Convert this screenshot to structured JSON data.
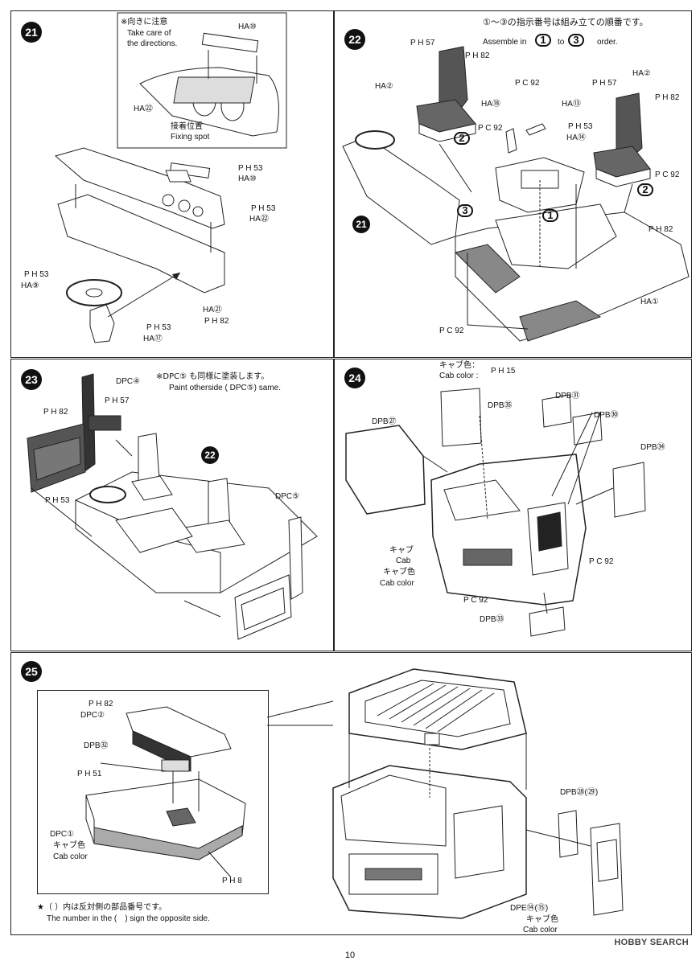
{
  "page_number": "10",
  "watermark": "HOBBY SEARCH",
  "steps": {
    "s21": {
      "number": "21",
      "labels": {
        "note_jp": "※向きに注意",
        "note_en1": "Take care of",
        "note_en2": "the directions.",
        "ha10_a": "HA⑩",
        "ha22_a": "HA㉒",
        "fix_jp": "接着位置",
        "fix_en": "Fixing spot",
        "ph53_a": "P H 53",
        "ha10_b": "HA⑩",
        "ph53_b": "P H 53",
        "ha22_b": "HA㉒",
        "ph53_c": "P H 53",
        "ha9": "HA⑨",
        "ph53_d": "P H 53",
        "ha17": "HA⑰",
        "ha21": "HA㉑",
        "ph82": "P H 82"
      }
    },
    "s22": {
      "number": "22",
      "labels": {
        "order_jp": "①～③の指示番号は組み立ての順番です。",
        "order_en_a": "Assemble in",
        "order_en_b": "to",
        "order_en_c": "order.",
        "ph57_a": "P H 57",
        "ph82_a": "P H 82",
        "ha2_a": "HA②",
        "pc92_a": "P C 92",
        "ha18": "HA⑱",
        "ha13": "HA⑬",
        "pc92_b": "P C 92",
        "ph53": "P H 53",
        "ha14": "HA⑭",
        "ph57_b": "P H 57",
        "ha2_b": "HA②",
        "ph82_b": "P H 82",
        "pc92_c": "P C 92",
        "ph82_c": "P H 82",
        "ha1": "HA①",
        "pc92_d": "P C 92",
        "ref21": "21",
        "o1": "1",
        "o2a": "2",
        "o2b": "2",
        "o3": "3"
      }
    },
    "s23": {
      "number": "23",
      "labels": {
        "dpc4": "DPC④",
        "note_jp": "※DPC⑤ も同様に塗装します。",
        "note_en": "Paint otherside ( DPC⑤) same.",
        "ph82": "P H 82",
        "ph57": "P H 57",
        "ph53": "P H 53",
        "ref22": "22",
        "dpc5": "DPC⑤"
      }
    },
    "s24": {
      "number": "24",
      "labels": {
        "cab_color_jp": "キャブ色：",
        "cab_color_en": "Cab color :",
        "ph15": "P H 15",
        "dpb35": "DPB㉟",
        "dpb31": "DPB㉛",
        "dpb30": "DPB㉚",
        "dpb27": "DPB㉗",
        "dpb34": "DPB㉞",
        "cab_jp": "キャブ",
        "cab_en": "Cab",
        "cab_col_jp": "キャブ色",
        "cab_col_en": "Cab color",
        "pc92_a": "P C 92",
        "pc92_b": "P C 92",
        "dpb33": "DPB㉝"
      }
    },
    "s25": {
      "number": "25",
      "labels": {
        "ph82": "P H 82",
        "dpc2": "DPC②",
        "dpb32": "DPB㉜",
        "ph51": "P H 51",
        "dpc1": "DPC①",
        "cab_col_jp": "キャブ色",
        "cab_col_en": "Cab color",
        "ph8": "P H 8",
        "dpb28": "DPB㉘(㉙)",
        "dpe14": "DPE⑭(⑮)",
        "cab_col_jp2": "キャブ色",
        "cab_col_en2": "Cab color",
        "footnote_jp": "★（ ）内は反対側の部品番号です。",
        "footnote_en": "The number in the (　) sign the opposite side."
      }
    }
  }
}
